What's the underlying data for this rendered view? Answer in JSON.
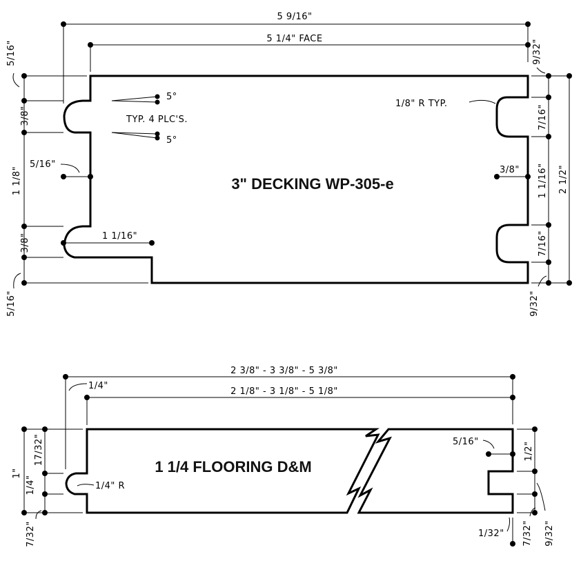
{
  "decking": {
    "title": "3\" DECKING  WP-305-e",
    "dims": {
      "overall_width": "5 9/16\"",
      "face_width": "5 1/4\" FACE",
      "left_top_offset": "5/16\"",
      "left_bottom_offset": "5/16\"",
      "right_top_offset": "9/32\"",
      "right_bottom_offset": "9/32\"",
      "groove_upper": "3/8\"",
      "groove_lower": "3/8\"",
      "middle_left": "1 1/8\"",
      "groove_depth_left": "5/16\"",
      "notch_width": "1 1/16\"",
      "angle_top": "5°",
      "angle_bottom": "5°",
      "angle_note": "TYP. 4 PLC'S.",
      "radius_note": "1/8\" R TYP.",
      "right_upper": "7/16\"",
      "right_middle": "1 1/16\"",
      "right_lower": "7/16\"",
      "groove_depth_right": "3/8\"",
      "overall_height": "2 1/2\""
    }
  },
  "flooring": {
    "title": "1 1/4 FLOORING D&M",
    "dims": {
      "overall_width": "2 3/8\"  -  3 3/8\"  -  5 3/8\"",
      "face_width": "2 1/8\"  -  3 1/8\"  -  5 1/8\"",
      "left_offset": "1/4\"",
      "thickness": "1\"",
      "left_upper": "17/32\"",
      "left_groove": "1/4\"",
      "left_bottom": "7/32\"",
      "groove_radius": "1/4\" R",
      "tongue_depth": "5/16\"",
      "right_upper": "1/2\"",
      "right_bottom": "7/32\"",
      "right_far": "9/32\"",
      "bottom_offset": "1/32\""
    }
  }
}
